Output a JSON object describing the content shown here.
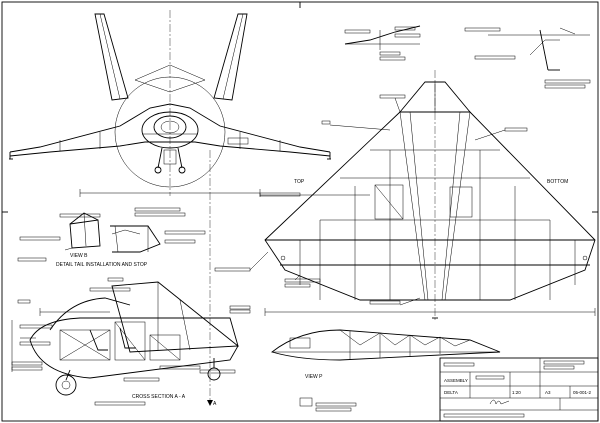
{
  "planform": {
    "top_label": "TOP",
    "bottom_label": "BOTTOM"
  },
  "details": {
    "view_b": "VIEW B",
    "tail_installation": "DETAIL TAIL INSTALLATION AND STOP",
    "cross_section": "CROSS SECTION A - A",
    "view_p": "VIEW P"
  },
  "title_block": {
    "title": "ASSEMBLY",
    "drawing_name": "DELTA",
    "scale": "1:20",
    "sheet": "A3",
    "number": "05-001-2"
  }
}
